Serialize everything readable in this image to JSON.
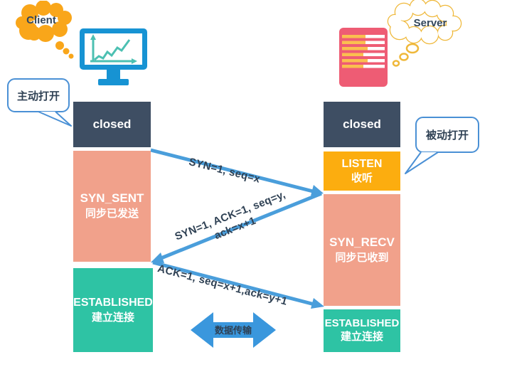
{
  "diagram_title": "TCP three-way handshake state diagram",
  "client": {
    "cloud_label": "Client",
    "bubble_label": "主动打开",
    "states": {
      "closed": {
        "title": "closed"
      },
      "syn_sent": {
        "title": "SYN_SENT",
        "subtitle": "同步已发送"
      },
      "established": {
        "title": "ESTABLISHED",
        "subtitle": "建立连接"
      }
    }
  },
  "server": {
    "cloud_label": "Server",
    "bubble_label": "被动打开",
    "states": {
      "closed": {
        "title": "closed"
      },
      "listen": {
        "title": "LISTEN",
        "subtitle": "收听"
      },
      "syn_recv": {
        "title": "SYN_RECV",
        "subtitle": "同步已收到"
      },
      "established": {
        "title": "ESTABLISHED",
        "subtitle": "建立连接"
      }
    }
  },
  "messages": {
    "syn": "SYN=1, seq=x",
    "syn_ack_line1": "SYN=1, ACK=1, seq=y,",
    "syn_ack_line2": "ack=x+1",
    "ack": "ACK=1, seq=x+1,ack=y+1"
  },
  "data_transfer": {
    "label": "数据传输"
  },
  "colors": {
    "state_navy": "#3e4e63",
    "state_salmon": "#f1a18b",
    "state_orange": "#fcad0f",
    "state_green": "#2ec3a4",
    "arrow_blue": "#4a9edb",
    "bubble_border_blue": "#4a90d5",
    "client_cloud_orange": "#f9a61a",
    "server_cloud_outline": "#efb83a",
    "server_icon_pink": "#ee5c74",
    "server_stripe_yellow": "#fbbf4f",
    "monitor_blue": "#1793d3",
    "chart_teal": "#4cc0b2",
    "text_navy": "#2f4154"
  }
}
